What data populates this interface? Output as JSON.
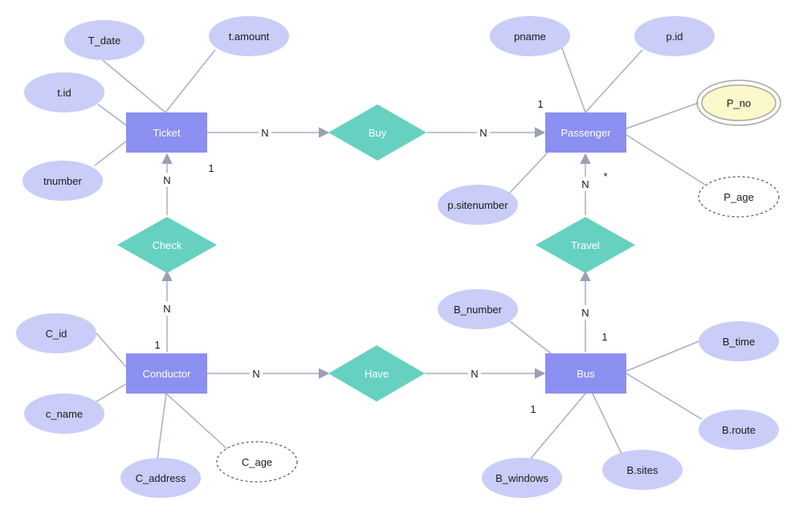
{
  "colors": {
    "entity_fill": "#8B8FF0",
    "relationship_fill": "#66D1C1",
    "attribute_fill": "#C9CDF7",
    "key_attribute_fill": "#FBF8C9",
    "key_attribute_stroke": "#A9A7A0",
    "derived_attribute_stroke": "#555555",
    "line": "#A8AEC8",
    "arrow": "#9A9FB3"
  },
  "entities": {
    "ticket": "Ticket",
    "passenger": "Passenger",
    "conductor": "Conductor",
    "bus": "Bus"
  },
  "relationships": {
    "buy": "Buy",
    "check": "Check",
    "travel": "Travel",
    "have": "Have"
  },
  "attributes": {
    "t_date": "T_date",
    "t_amount": "t.amount",
    "t_id": "t.id",
    "tnumber": "tnumber",
    "pname": "pname",
    "p_id": "p.id",
    "p_no": "P_no",
    "p_age": "P_age",
    "p_sitenumber": "p.sitenumber",
    "c_id": "C_id",
    "c_name": "c_name",
    "c_address": "C_address",
    "c_age": "C_age",
    "b_number": "B_number",
    "b_time": "B_time",
    "b_route": "B.route",
    "b_sites": "B.sites",
    "b_windows": "B_windows"
  },
  "cardinalities": {
    "ticket_buy": "N",
    "buy_passenger": "N",
    "ticket_one": "1",
    "passenger_one": "1",
    "check_ticket": "N",
    "conductor_check": "N",
    "conductor_one": "1",
    "travel_passenger": "N",
    "passenger_star": "*",
    "bus_travel": "N",
    "bus_one_top": "1",
    "conductor_have": "N",
    "have_bus": "N",
    "bus_one_bottom": "1"
  }
}
